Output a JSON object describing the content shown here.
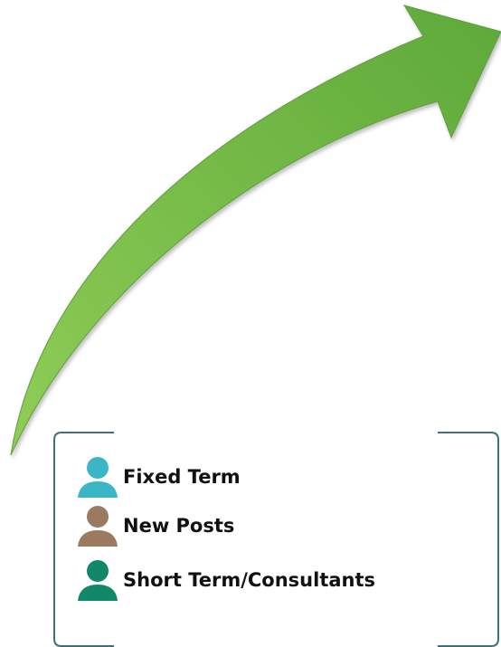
{
  "legend": {
    "items": [
      {
        "label": "Fixed Term",
        "color": "#3bb6c4",
        "icon": "person-icon"
      },
      {
        "label": "New Posts",
        "color": "#9b7b60",
        "icon": "person-icon"
      },
      {
        "label": "Short Term/Consultants",
        "color": "#13876a",
        "icon": "person-icon"
      }
    ]
  },
  "colors": {
    "arrow_light": "#8fcd57",
    "arrow_dark": "#5da93a",
    "bracket": "#3f6f78"
  }
}
